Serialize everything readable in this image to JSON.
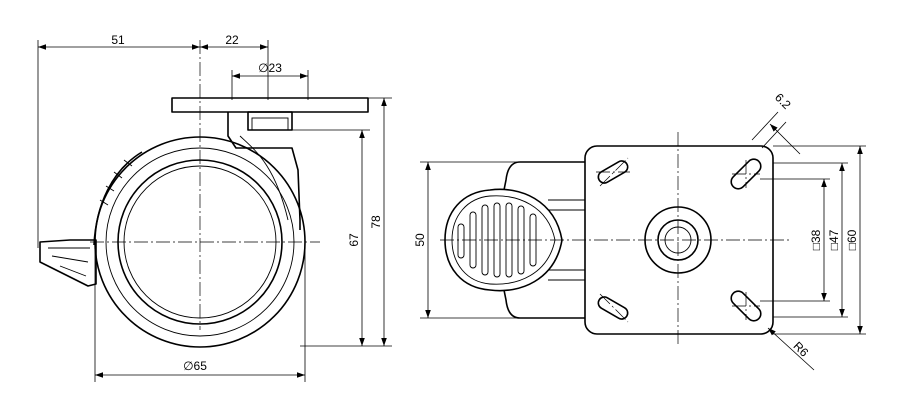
{
  "dimensions": {
    "width_51": "51",
    "width_22": "22",
    "dia_23": "∅23",
    "height_78": "78",
    "height_67": "67",
    "dia_65": "∅65",
    "width_50": "50",
    "hole_6_2": "6.2",
    "sq_38": "□38",
    "sq_47": "□47",
    "sq_60": "□60",
    "radius_6": "R6"
  }
}
